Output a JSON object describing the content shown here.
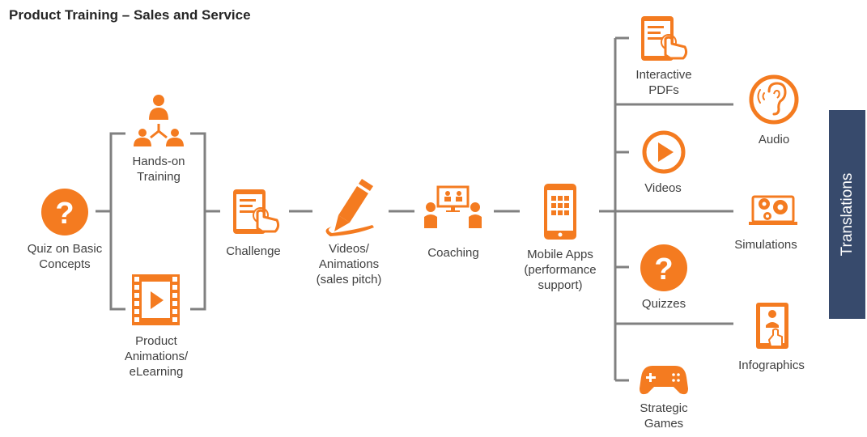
{
  "title": "Product Training – Sales and Service",
  "colors": {
    "accent": "#F47B20",
    "connector": "#7F7F7F",
    "side_bar": "#374A6C"
  },
  "side_bar": {
    "label": "Translations"
  },
  "nodes": {
    "quiz_basic": {
      "icon": "question-circle-icon",
      "lines": [
        "Quiz on Basic",
        "Concepts"
      ]
    },
    "hands_on": {
      "icon": "team-network-icon",
      "lines": [
        "Hands-on",
        "Training"
      ]
    },
    "product_animations": {
      "icon": "film-strip-icon",
      "lines": [
        "Product",
        "Animations/",
        "eLearning"
      ]
    },
    "challenge": {
      "icon": "tablet-touch-icon",
      "lines": [
        "Challenge"
      ]
    },
    "videos_animations": {
      "icon": "pen-draw-icon",
      "lines": [
        "Videos/",
        "Animations",
        "(sales pitch)"
      ]
    },
    "coaching": {
      "icon": "coaching-screen-icon",
      "lines": [
        "Coaching"
      ]
    },
    "mobile_apps": {
      "icon": "mobile-app-grid-icon",
      "lines": [
        "Mobile Apps",
        "(performance",
        "support)"
      ]
    },
    "interactive_pdfs": {
      "icon": "tablet-touch-icon",
      "lines": [
        "Interactive",
        "PDFs"
      ]
    },
    "audio": {
      "icon": "ear-circle-icon",
      "lines": [
        "Audio"
      ]
    },
    "videos": {
      "icon": "play-circle-icon",
      "lines": [
        "Videos"
      ]
    },
    "simulations": {
      "icon": "laptop-gears-icon",
      "lines": [
        "Simulations"
      ]
    },
    "quizzes": {
      "icon": "question-circle-icon",
      "lines": [
        "Quizzes"
      ]
    },
    "infographics": {
      "icon": "phone-person-icon",
      "lines": [
        "Infographics"
      ]
    },
    "strategic_games": {
      "icon": "gamepad-icon",
      "lines": [
        "Strategic",
        "Games"
      ]
    }
  }
}
